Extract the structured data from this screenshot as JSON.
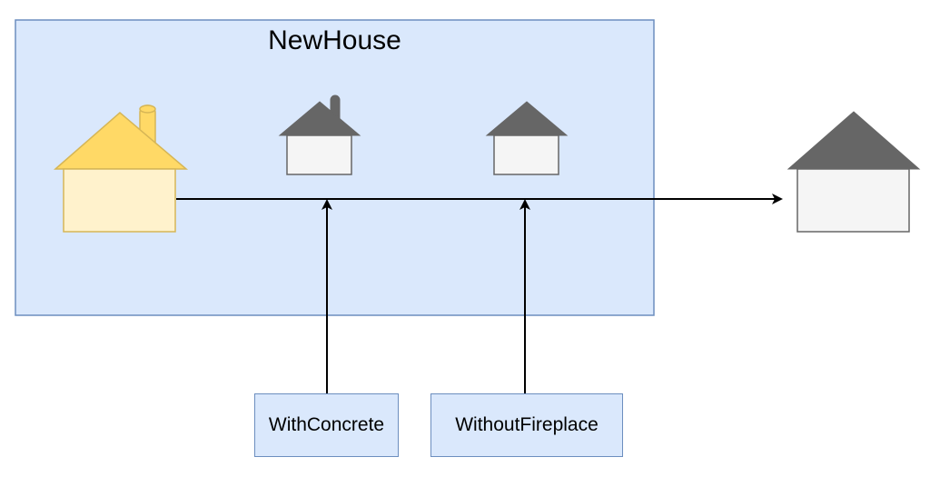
{
  "container": {
    "title": "NewHouse"
  },
  "decorators": [
    {
      "label": "WithConcrete"
    },
    {
      "label": "WithoutFireplace"
    }
  ],
  "icons": {
    "original_house": "house-with-chimney-icon",
    "concrete_house": "house-with-chimney-icon",
    "fireplace_house": "house-icon",
    "result_house": "house-icon"
  },
  "colors": {
    "container_fill": "#dae8fc",
    "container_stroke": "#6c8ebf",
    "yellow_roof": "#ffd966",
    "yellow_body": "#fff2cc",
    "yellow_stroke": "#d6b656",
    "gray_roof": "#666666",
    "gray_body": "#f5f5f5",
    "gray_stroke": "#666666"
  }
}
